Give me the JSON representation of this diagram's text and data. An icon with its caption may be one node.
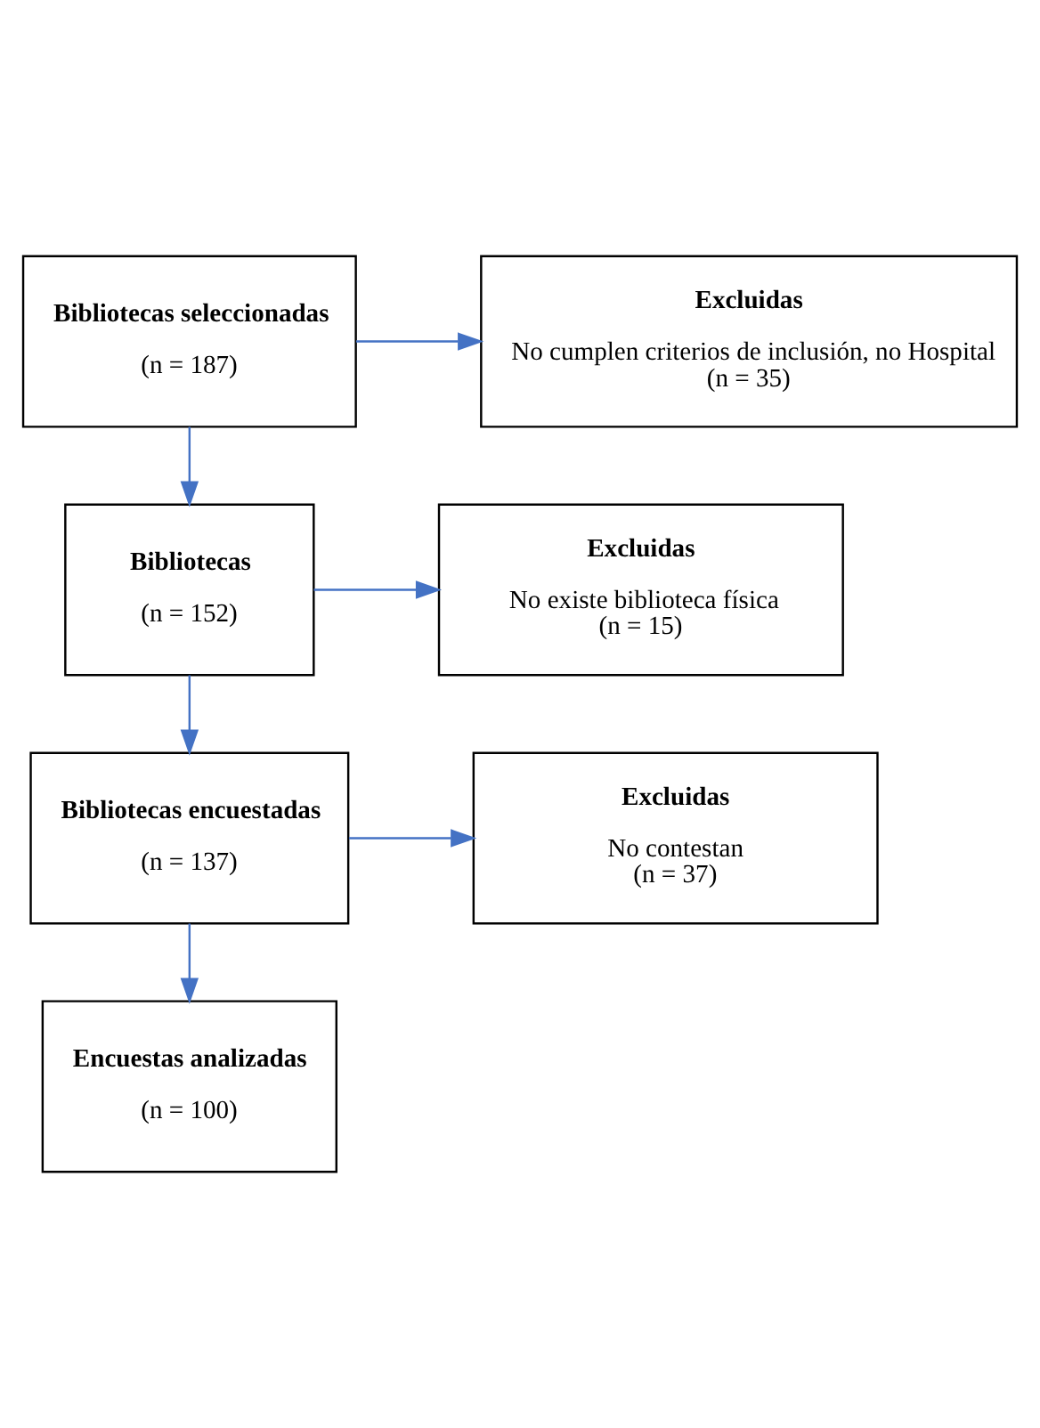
{
  "diagram": {
    "nodes": [
      {
        "text": [
          "Bibliotecas seleccionadas",
          "(n = 187)"
        ]
      },
      {
        "text": [
          "Excluidas",
          "No cumplen criterios de inclusión, no Hospital",
          "(n = 35)"
        ]
      },
      {
        "text": [
          "Bibliotecas",
          "(n = 152)"
        ]
      },
      {
        "text": [
          "Excluidas",
          "No existe biblioteca física",
          "(n = 15)"
        ]
      },
      {
        "text": [
          "Bibliotecas encuestadas",
          "(n = 137)"
        ]
      },
      {
        "text": [
          "Excluidas",
          "No contestan",
          "(n = 37)"
        ]
      },
      {
        "text": [
          "Encuestas analizadas",
          "(n = 100)"
        ]
      }
    ],
    "edges": [
      {
        "from": 0,
        "to": 2,
        "arrow": "to"
      },
      {
        "from": 0,
        "to": 1,
        "arrow": "to"
      },
      {
        "from": 2,
        "to": 4,
        "arrow": "to"
      },
      {
        "from": 2,
        "to": 3,
        "arrow": "to"
      },
      {
        "from": 4,
        "to": 6,
        "arrow": "to"
      },
      {
        "from": 4,
        "to": 5,
        "arrow": "to"
      }
    ]
  }
}
